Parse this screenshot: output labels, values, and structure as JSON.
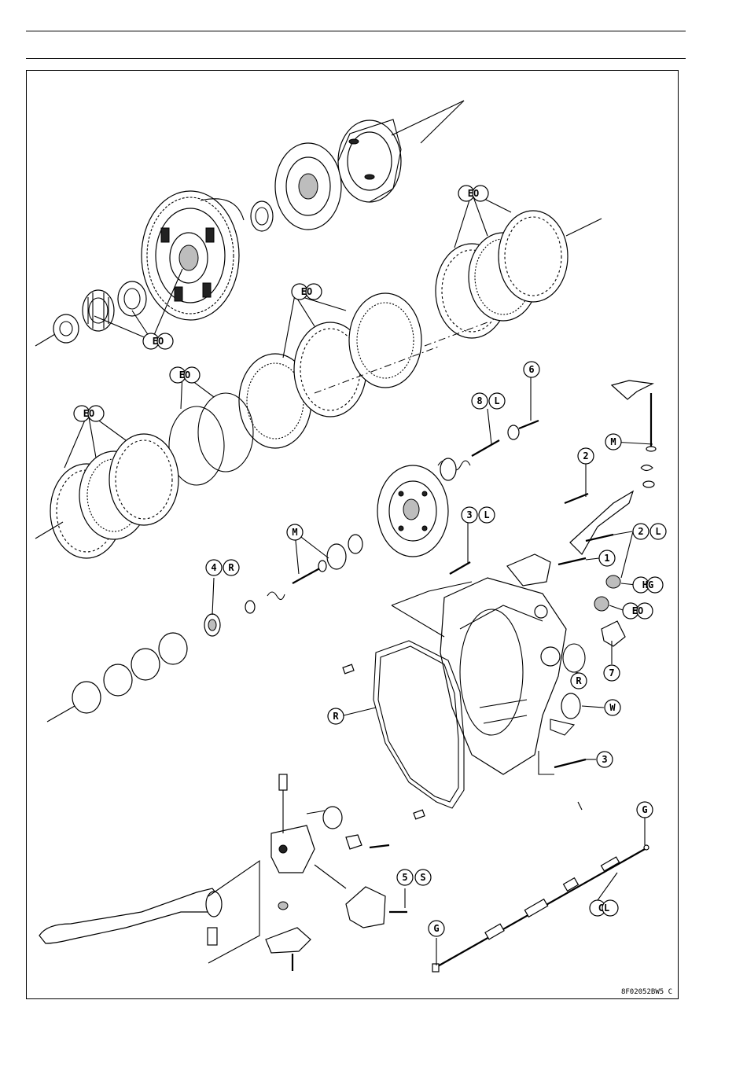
{
  "figure": {
    "code": "8F02052BW5 C"
  },
  "callouts": {
    "eo_gear": "EO",
    "eo_mid": "EO",
    "eo_right": "EO",
    "eo_ring": "EO",
    "eo_left": "EO",
    "n8": "8",
    "l8": "L",
    "n6": "6",
    "m_top": "M",
    "n2": "2",
    "n3": "3",
    "l3": "L",
    "n2b": "2",
    "l2b": "L",
    "m_pin": "M",
    "n1": "1",
    "n4": "4",
    "r4": "R",
    "hg": "HG",
    "eo_cover": "EO",
    "n7": "7",
    "r_oring": "R",
    "r_gasket": "R",
    "w": "W",
    "n3b": "3",
    "g_top": "G",
    "n5": "5",
    "s5": "S",
    "cl": "CL",
    "g_bottom": "G"
  },
  "colors": {
    "line": "#000000",
    "background": "#ffffff",
    "shade": "#bdbdbd",
    "dark": "#222222"
  }
}
